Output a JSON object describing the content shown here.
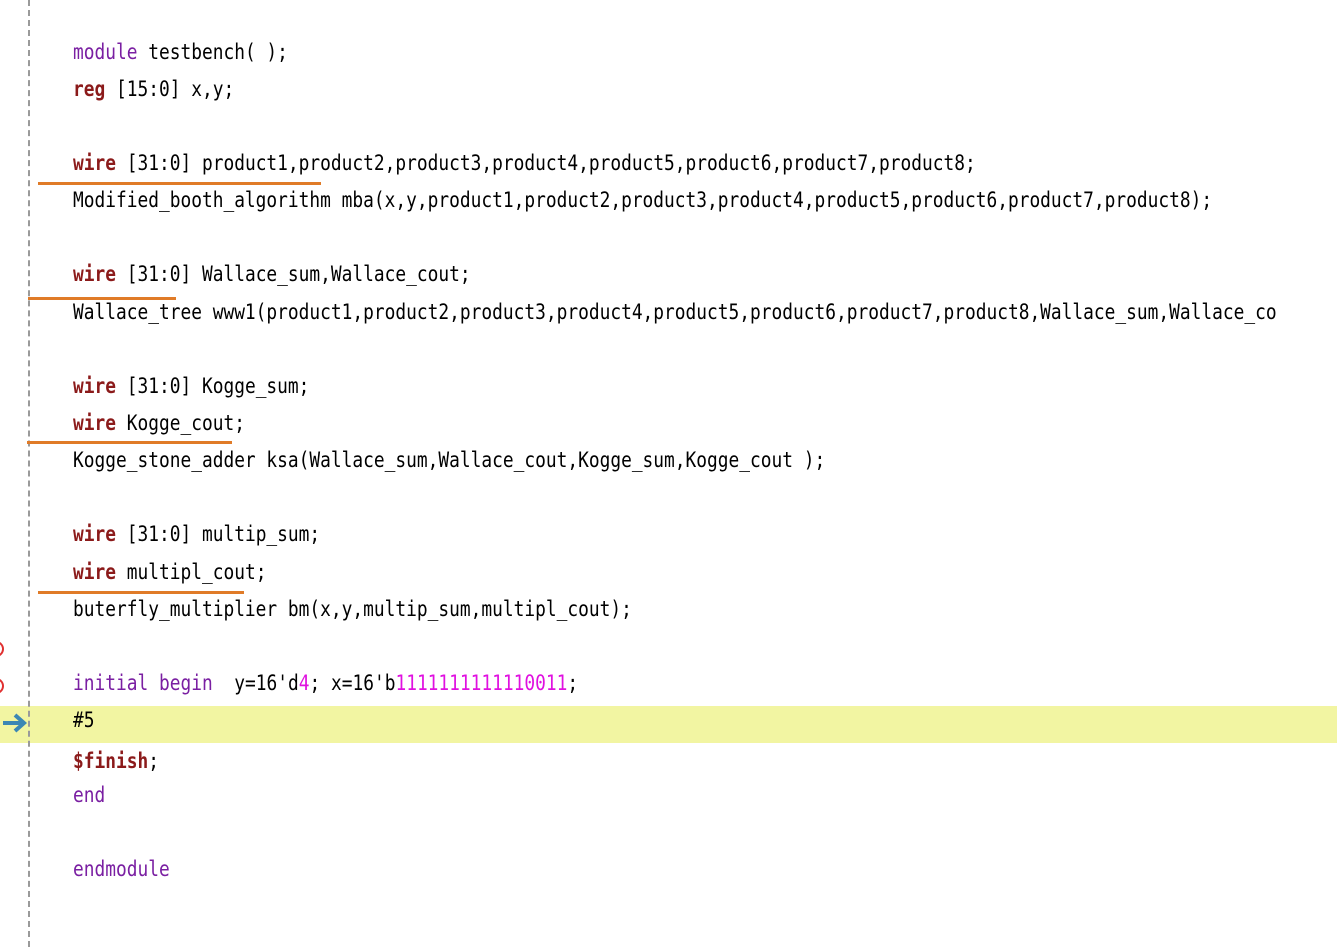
{
  "code": {
    "l1_kw": "module",
    "l1_rest": " testbench( );",
    "l2_kw": "reg",
    "l2_rest": " [15:0] x,y;",
    "l3_kw": "wire",
    "l3_rest": " [31:0] product1,product2,product3,product4,product5,product6,product7,product8;",
    "l4_text": "Modified_booth_algorithm mba(x,y,product1,product2,product3,product4,product5,product6,product7,product8);",
    "l5_kw": "wire",
    "l5_rest": " [31:0] Wallace_sum,Wallace_cout;",
    "l6_text": "Wallace_tree www1(product1,product2,product3,product4,product5,product6,product7,product8,Wallace_sum,Wallace_co",
    "l7_kw": "wire",
    "l7_rest": " [31:0] Kogge_sum;",
    "l8_kw": "wire",
    "l8_rest": " Kogge_cout;",
    "l9_text": "Kogge_stone_adder ksa(Wallace_sum,Wallace_cout,Kogge_sum,Kogge_cout );",
    "l10_kw": "wire",
    "l10_rest": " [31:0] multip_sum;",
    "l11_kw": "wire",
    "l11_rest": " multipl_cout;",
    "l12_text": "buterfly_multiplier bm(x,y,multip_sum,multipl_cout);",
    "l13_kw1": "initial",
    "l13_kw2": "begin",
    "l13_a": "  y=16'd",
    "l13_b": "4",
    "l13_c": "; x=16'b",
    "l13_d": "1111111111110011",
    "l13_e": ";",
    "l14_text": "#5",
    "l15_kw": "$finish",
    "l15_rest": ";",
    "l16_text": "end",
    "l17_text": "endmodule"
  },
  "colors": {
    "keyword": "#7a1fa2",
    "bold_keyword": "#8b1a1a",
    "number_literal": "#e010e0",
    "current_line": "#f2f5a2",
    "underline_annotation": "#e07b28",
    "current_line_arrow": "#3c87b4"
  },
  "icons": {
    "breakpoint": "breakpoint-marker-icon",
    "current": "current-line-arrow-icon"
  }
}
